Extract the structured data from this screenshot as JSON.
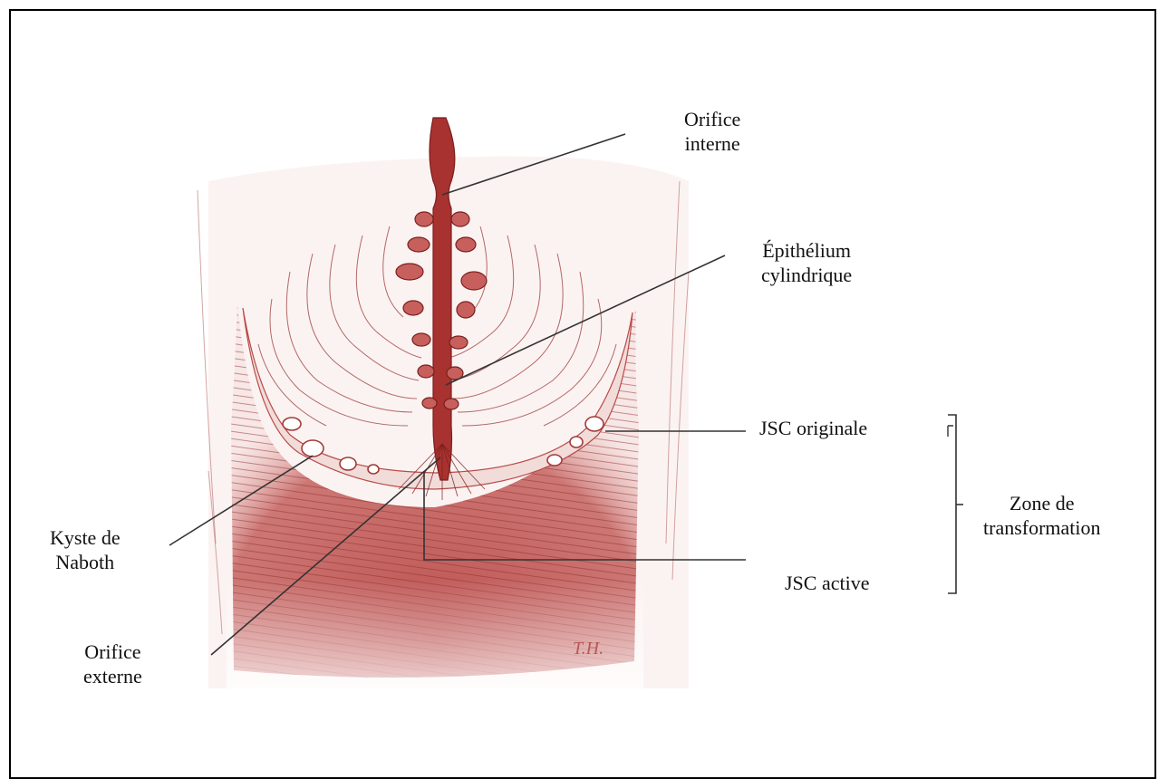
{
  "labels": {
    "orifice_interne": [
      "Orifice",
      "interne"
    ],
    "epithelium": [
      "Épithélium",
      "cylindrique"
    ],
    "jsc_originale": "JSC originale",
    "zone": [
      "Zone de",
      "transformation"
    ],
    "kyste": [
      "Kyste de",
      "Naboth"
    ],
    "jsc_active": "JSC active",
    "orifice_externe": [
      "Orifice",
      "externe"
    ],
    "signature": "T.H."
  },
  "colors": {
    "tissue": "#b94a48",
    "tissue_dark": "#8e2b2b",
    "line": "#333333",
    "stroma": "#c9a9a6"
  }
}
